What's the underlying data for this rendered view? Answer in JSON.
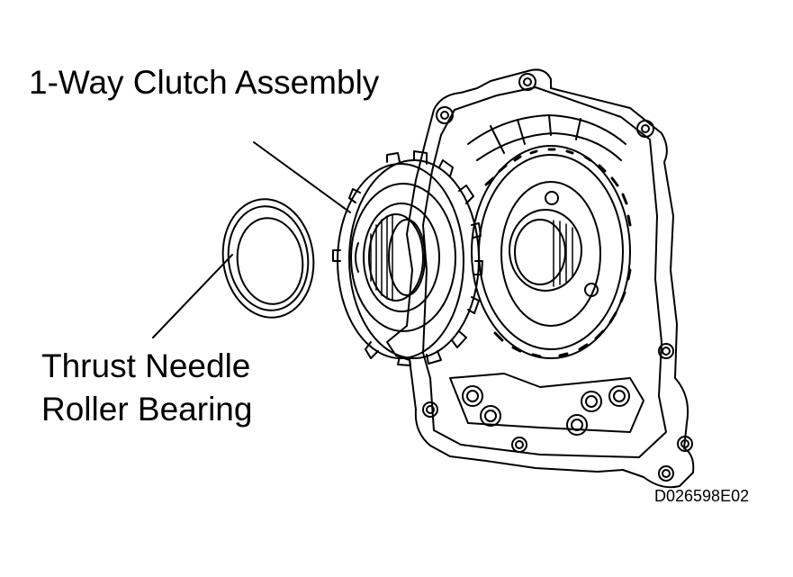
{
  "labels": {
    "clutch": "1-Way Clutch Assembly",
    "bearing_line1": "Thrust Needle",
    "bearing_line2": "Roller Bearing",
    "figure_code": "D026598E02"
  },
  "colors": {
    "line": "#000000",
    "background": "#ffffff"
  }
}
